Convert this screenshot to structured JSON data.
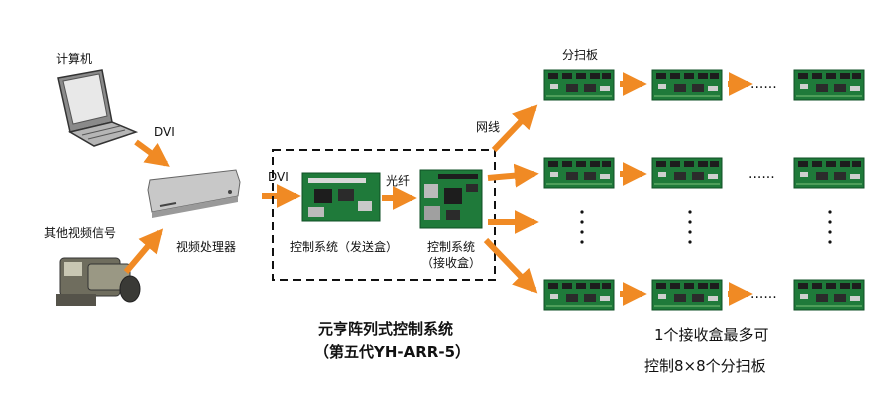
{
  "labels": {
    "computer": "计算机",
    "dvi_top": "DVI",
    "other_video": "其他视频信号",
    "video_processor": "视频处理器",
    "dvi_in": "DVI",
    "fiber": "光纤",
    "sender_box": "控制系统（发送盒）",
    "receiver_line1": "控制系统",
    "receiver_line2": "（接收盒）",
    "network": "网线",
    "scan_board": "分扫板",
    "system_title": "元亨阵列式控制系统",
    "system_subtitle": "（第五代YH-ARR-5）",
    "note_line1": "1个接收盒最多可",
    "note_line2": "控制8×8个分扫板"
  },
  "colors": {
    "arrow": "#f08a24",
    "pcb": "#1f7a3a",
    "pcb_dark": "#0f4f24",
    "chip": "#1d1d1d",
    "dashed_frame": "#111111"
  },
  "icons": {
    "computer": "laptop-icon",
    "camera": "video-camera-icon",
    "processor": "rack-unit-icon",
    "board": "circuit-board-icon"
  }
}
